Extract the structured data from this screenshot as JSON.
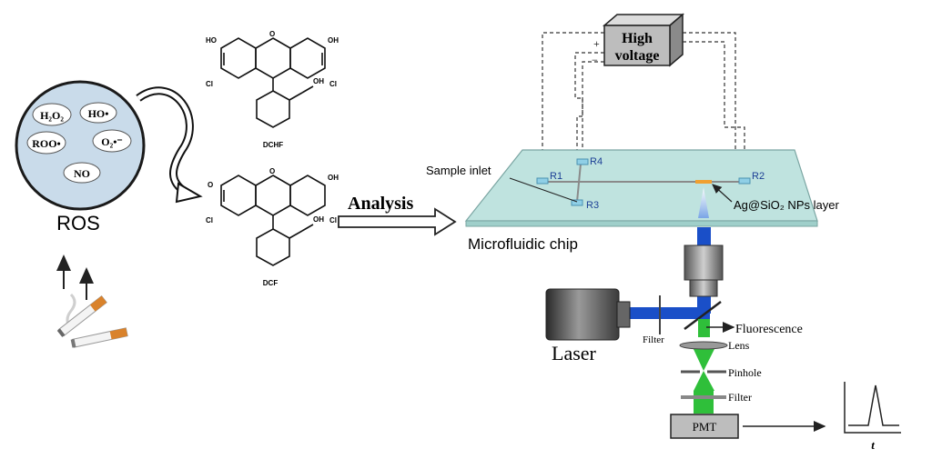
{
  "ros": {
    "species": [
      "H₂O₂",
      "HO•",
      "ROO•",
      "O₂•⁻",
      "NO"
    ],
    "label": "ROS"
  },
  "molecules": {
    "top": {
      "name": "DCHF",
      "ho": "HO",
      "oh": "OH",
      "cl_left": "Cl",
      "cl_right": "Cl",
      "o": "O",
      "cooh": "OH"
    },
    "bottom": {
      "name": "DCF",
      "o_left": "O",
      "oh": "OH",
      "cl_left": "Cl",
      "cl_right": "Cl",
      "o": "O",
      "cooh": "OH"
    }
  },
  "analysis_label": "Analysis",
  "chip": {
    "label": "Microfluidic chip",
    "sample_inlet": "Sample inlet",
    "reservoirs": [
      "R1",
      "R2",
      "R3",
      "R4"
    ],
    "np_layer": "Ag@SiO₂ NPs layer"
  },
  "power": {
    "label_line1": "High",
    "label_line2": "voltage",
    "plus": "+",
    "minus": "−"
  },
  "optics": {
    "laser": "Laser",
    "filter_excitation": "Filter",
    "fluorescence": "Fluorescence",
    "lens": "Lens",
    "pinhole": "Pinhole",
    "filter_emission": "Filter",
    "pmt": "PMT"
  },
  "signal": {
    "axis_label": "t"
  },
  "colors": {
    "chip": "#bfe3df",
    "laser_beam": "#1a4fc8",
    "emission": "#2fbf3a",
    "np_layer": "#f0a030",
    "reservoir": "#8fcfe6"
  }
}
